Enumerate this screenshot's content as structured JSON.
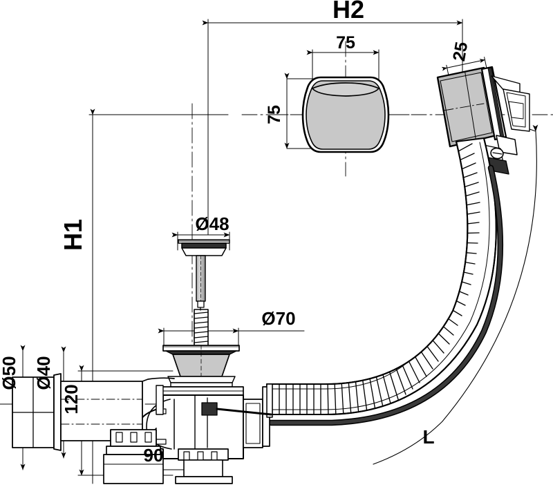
{
  "drawing": {
    "title": "Bath waste and overflow set - technical dimension drawing",
    "background_color": "#ffffff",
    "line_color": "#000000",
    "fill_light": "#c8c8c8",
    "fill_mid": "#a8a8a8",
    "fill_dark": "#303030"
  },
  "dimensions": {
    "h2": "H2",
    "h1": "H1",
    "overflow_width": "75",
    "overflow_height": "75",
    "cover_thickness": "25",
    "plug_diameter": "Ø48",
    "flange_diameter": "Ø70",
    "outlet_large": "Ø50",
    "outlet_small": "Ø40",
    "height_120": "120",
    "width_90": "90",
    "cable_length": "L"
  },
  "parts": {
    "overflow_cover_front": "overflow-cover-front-view",
    "overflow_cover_angled": "overflow-cover-angled-view",
    "plug": "drain-plug",
    "spring": "plug-spring",
    "strainer": "strainer-flange",
    "trap_body": "siphon-trap-body",
    "flex_hose": "corrugated-flexible-hose",
    "bowden_cable": "bowden-control-cable",
    "outlet_pipe": "outlet-pipe",
    "clamp": "pipe-clamp"
  }
}
